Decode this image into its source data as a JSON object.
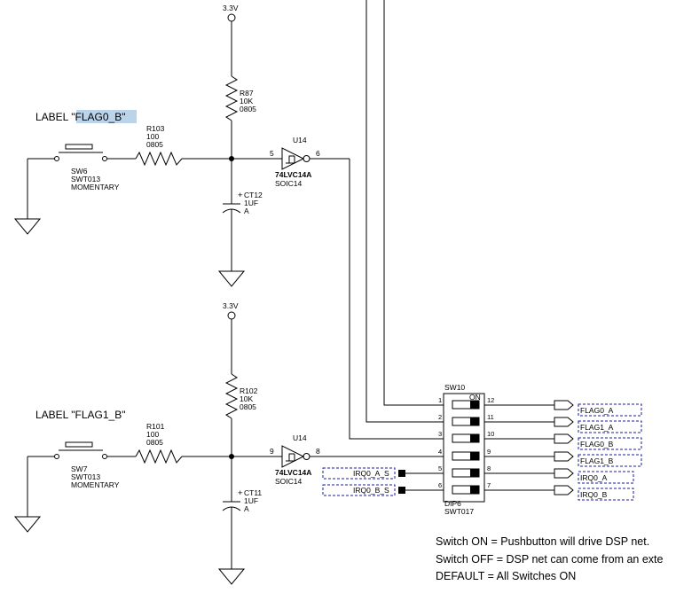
{
  "labels": {
    "top": {
      "prefix": "LABEL ",
      "open_quote": "\"",
      "name": "FLAG0_B",
      "close_quote": "\""
    },
    "bottom": {
      "text": "LABEL \"FLAG1_B\""
    }
  },
  "power": {
    "top": "3.3V",
    "bottom": "3.3V"
  },
  "switches": {
    "top": {
      "ref": "SW6",
      "part": "SWT013",
      "type": "MOMENTARY"
    },
    "bottom": {
      "ref": "SW7",
      "part": "SWT013",
      "type": "MOMENTARY"
    }
  },
  "series_resistors": {
    "top": {
      "ref": "R103",
      "value": "100",
      "package": "0805"
    },
    "bottom": {
      "ref": "R101",
      "value": "100",
      "package": "0805"
    }
  },
  "pullups": {
    "top": {
      "ref": "R87",
      "value": "10K",
      "package": "0805"
    },
    "bottom": {
      "ref": "R102",
      "value": "10K",
      "package": "0805"
    }
  },
  "capacitors": {
    "top": {
      "ref": "CT12",
      "value": "1UF",
      "suffix": "A"
    },
    "bottom": {
      "ref": "CT11",
      "value": "1UF",
      "suffix": "A"
    }
  },
  "inverters": {
    "top": {
      "ref": "U14",
      "part": "74LVC14A",
      "package": "SOIC14",
      "pin_in": "5",
      "pin_out": "6"
    },
    "bottom": {
      "ref": "U14",
      "part": "74LVC14A",
      "package": "SOIC14",
      "pin_in": "9",
      "pin_out": "8"
    }
  },
  "dip": {
    "ref": "SW10",
    "on_label": "ON",
    "type": "DIP6",
    "part": "SWT017",
    "left_pins": [
      "1",
      "2",
      "3",
      "4",
      "5",
      "6"
    ],
    "right_pins": [
      "12",
      "11",
      "10",
      "9",
      "8",
      "7"
    ]
  },
  "input_nets": [
    "IRQ0_A_S",
    "IRQ0_B_S"
  ],
  "output_nets": [
    "FLAG0_A",
    "FLAG1_A",
    "FLAG0_B",
    "FLAG1_B",
    "IRQ0_A",
    "IRQ0_B"
  ],
  "notes": [
    "Switch ON = Pushbutton will drive DSP net.",
    "Switch OFF = DSP net can come from an exte",
    "DEFAULT = All Switches ON"
  ]
}
